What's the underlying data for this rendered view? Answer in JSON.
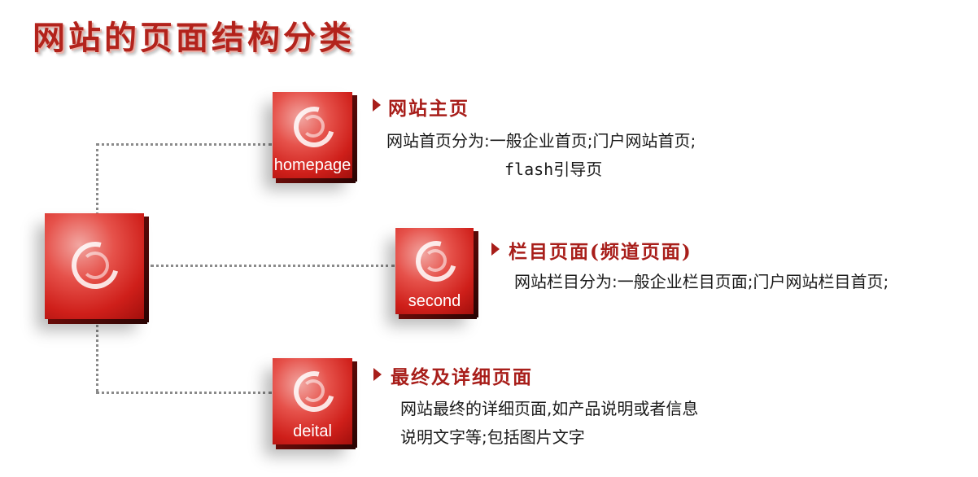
{
  "title": "网站的页面结构分类",
  "nodes": {
    "homepage": {
      "box_label": "homepage",
      "heading": "网站主页",
      "desc_line1": "网站首页分为:一般企业首页;门户网站首页;",
      "desc_line2_a": "flash",
      "desc_line2_b": "引导页"
    },
    "second": {
      "box_label": "second",
      "heading": "栏目页面(频道页面)",
      "desc_line1": "网站栏目分为:一般企业栏目页面;门户网站栏目首页;"
    },
    "deital": {
      "box_label": "deital",
      "heading": "最终及详细页面",
      "desc_line1": "网站最终的详细页面,如产品说明或者信息",
      "desc_line2": "说明文字等;包括图片文字"
    }
  },
  "colors": {
    "title": "#b3231c",
    "heading": "#a81e1a",
    "box": "#cf1f1a",
    "connector": "#8a8a8a"
  },
  "icons": [
    "swirl-icon",
    "arrow-right-icon"
  ]
}
